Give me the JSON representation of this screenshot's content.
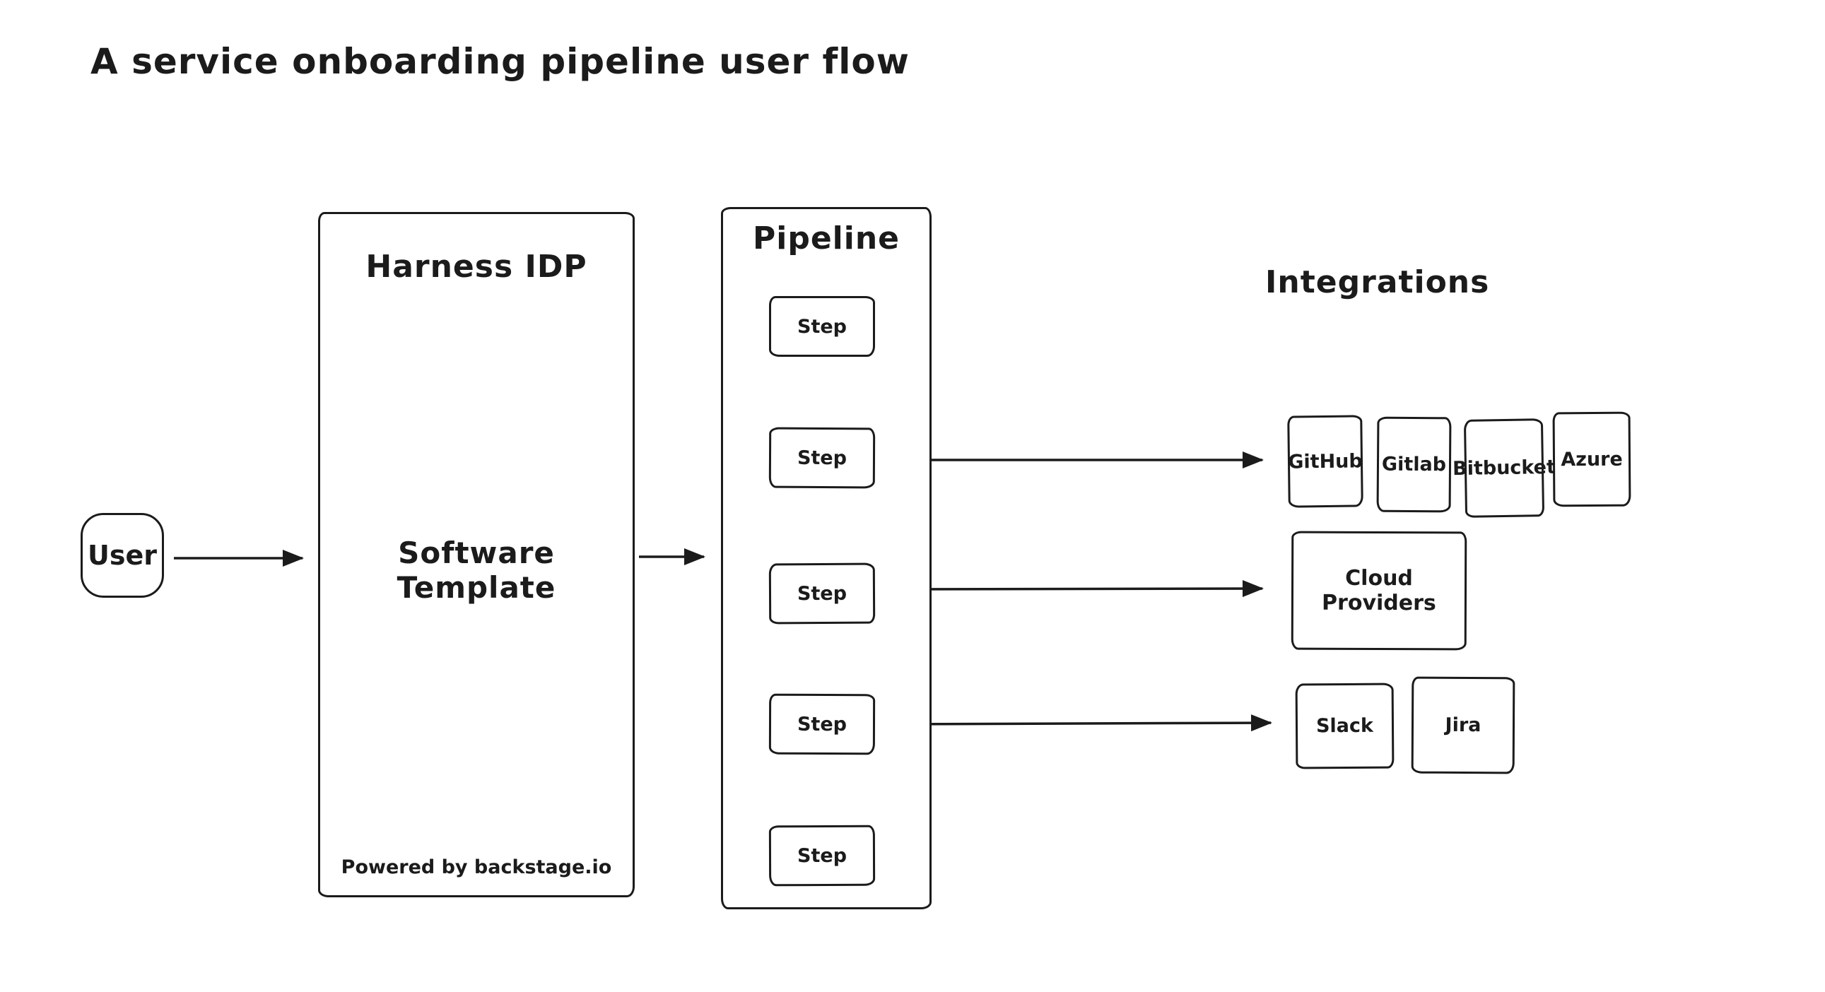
{
  "title": "A service onboarding pipeline user flow",
  "user": {
    "label": "User"
  },
  "idp": {
    "title": "Harness IDP",
    "center_label": "Software Template",
    "footer": "Powered by backstage.io"
  },
  "pipeline": {
    "title": "Pipeline",
    "steps": [
      {
        "label": "Step"
      },
      {
        "label": "Step"
      },
      {
        "label": "Step"
      },
      {
        "label": "Step"
      },
      {
        "label": "Step"
      }
    ]
  },
  "integrations": {
    "title": "Integrations",
    "row1": [
      {
        "label": "GitHub"
      },
      {
        "label": "Gitlab"
      },
      {
        "label": "Bitbucket"
      },
      {
        "label": "Azure"
      }
    ],
    "row2": [
      {
        "label": "Cloud Providers"
      }
    ],
    "row3": [
      {
        "label": "Slack"
      },
      {
        "label": "Jira"
      }
    ]
  },
  "connections": [
    {
      "from": "user",
      "to": "software-template"
    },
    {
      "from": "software-template",
      "to": "pipeline"
    },
    {
      "from": "step-1",
      "to": "step-2"
    },
    {
      "from": "step-2",
      "to": "step-3"
    },
    {
      "from": "step-3",
      "to": "step-4"
    },
    {
      "from": "step-4",
      "to": "step-5"
    },
    {
      "from": "step-2",
      "to": "github"
    },
    {
      "from": "step-3",
      "to": "cloud-providers"
    },
    {
      "from": "step-4",
      "to": "slack"
    }
  ],
  "colors": {
    "stroke": "#1b1b1b",
    "background": "#ffffff"
  }
}
